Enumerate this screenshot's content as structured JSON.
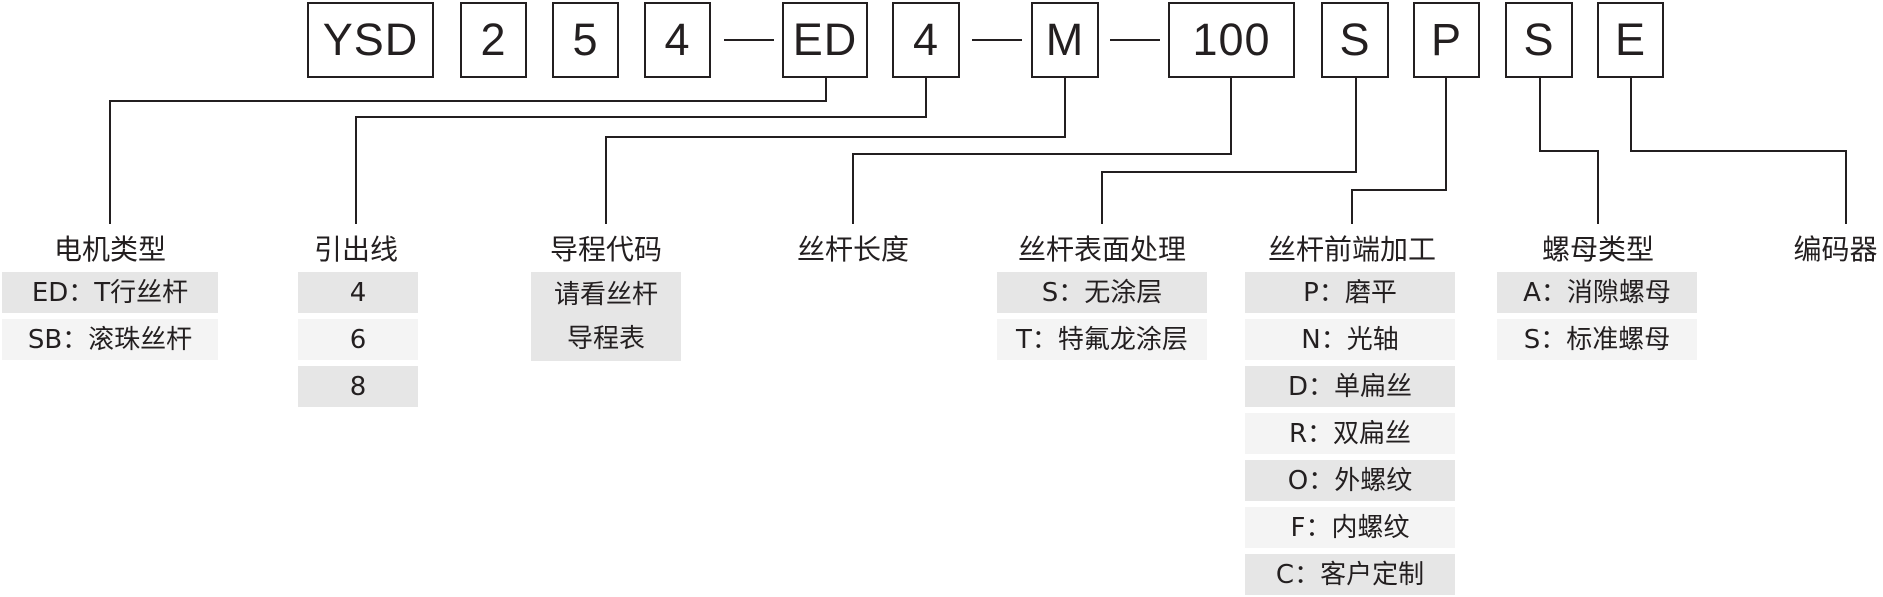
{
  "code_segments": [
    {
      "id": "ysd",
      "text": "YSD"
    },
    {
      "id": "d2",
      "text": "2"
    },
    {
      "id": "d5",
      "text": "5"
    },
    {
      "id": "d4a",
      "text": "4"
    },
    {
      "id": "ed",
      "text": "ED"
    },
    {
      "id": "d4b",
      "text": "4"
    },
    {
      "id": "m",
      "text": "M"
    },
    {
      "id": "n100",
      "text": "100"
    },
    {
      "id": "s1",
      "text": "S"
    },
    {
      "id": "p",
      "text": "P"
    },
    {
      "id": "s2",
      "text": "S"
    },
    {
      "id": "e",
      "text": "E"
    }
  ],
  "categories": [
    {
      "id": "motor-type",
      "label": "电机类型",
      "options": [
        "ED：T行丝杆",
        "SB：滚珠丝杆"
      ]
    },
    {
      "id": "lead-wire",
      "label": "引出线",
      "options": [
        "4",
        "6",
        "8"
      ]
    },
    {
      "id": "lead-code",
      "label": "导程代码",
      "options": [
        "请看丝杆\n导程表"
      ]
    },
    {
      "id": "screw-length",
      "label": "丝杆长度",
      "options": []
    },
    {
      "id": "surface",
      "label": "丝杆表面处理",
      "options": [
        "S：无涂层",
        "T：特氟龙涂层"
      ]
    },
    {
      "id": "front-end",
      "label": "丝杆前端加工",
      "options": [
        "P：磨平",
        "N：光轴",
        "D：单扁丝",
        "R：双扁丝",
        "O：外螺纹",
        "F：内螺纹",
        "C：客户定制"
      ]
    },
    {
      "id": "nut-type",
      "label": "螺母类型",
      "options": [
        "A：消隙螺母",
        "S：标准螺母"
      ]
    },
    {
      "id": "encoder",
      "label": "编码器",
      "options": []
    }
  ],
  "colors": {
    "line": "#231f20",
    "shade": "#e6e6e6",
    "light": "#f4f4f4"
  }
}
